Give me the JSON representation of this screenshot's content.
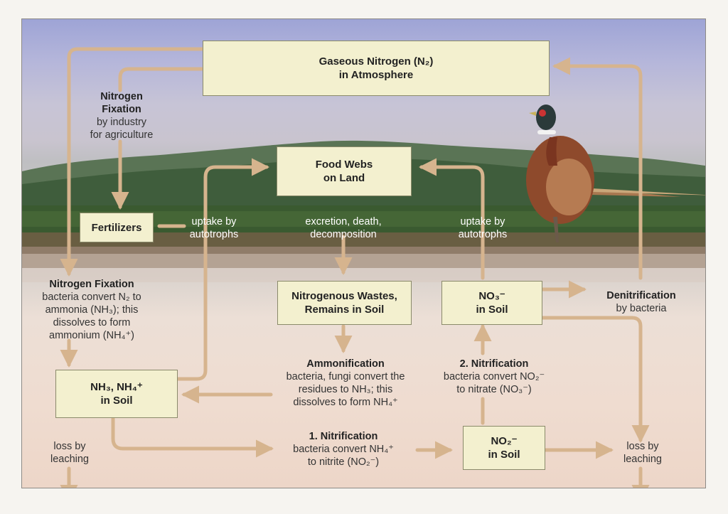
{
  "boxes": {
    "atmosphere": [
      "Gaseous Nitrogen (N₂)",
      "in Atmosphere"
    ],
    "food_webs": [
      "Food Webs",
      "on Land"
    ],
    "fertilizers": [
      "Fertilizers"
    ],
    "wastes": [
      "Nitrogenous Wastes,",
      "Remains in Soil"
    ],
    "no3_soil": [
      "NO₃⁻",
      "in Soil"
    ],
    "nh_soil": [
      "NH₃, NH₄⁺",
      "in Soil"
    ],
    "no2_soil": [
      "NO₂⁻",
      "in Soil"
    ]
  },
  "labels": {
    "fixation_industry": {
      "title": [
        "Nitrogen",
        "Fixation"
      ],
      "lines": [
        "by industry",
        "for agriculture"
      ]
    },
    "uptake_left": {
      "lines": [
        "uptake by",
        "autotrophs"
      ]
    },
    "excretion": {
      "lines": [
        "excretion, death,",
        "decomposition"
      ]
    },
    "uptake_right": {
      "lines": [
        "uptake by",
        "autotrophs"
      ]
    },
    "fixation_bacteria": {
      "title": "Nitrogen Fixation",
      "lines": [
        "bacteria convert N₂ to",
        "ammonia (NH₃); this",
        "dissolves to form",
        "ammonium (NH₄⁺)"
      ]
    },
    "denitrification": {
      "title": "Denitrification",
      "lines": [
        "by bacteria"
      ]
    },
    "ammonification": {
      "title": "Ammonification",
      "lines": [
        "bacteria, fungi convert the",
        "residues to NH₃; this",
        "dissolves to form NH₄⁺"
      ]
    },
    "nitrification2": {
      "title": "2. Nitrification",
      "lines": [
        "bacteria convert NO₂⁻",
        "to nitrate (NO₃⁻)"
      ]
    },
    "nitrification1": {
      "title": "1. Nitrification",
      "lines": [
        "bacteria convert NH₄⁺",
        "to nitrite (NO₂⁻)"
      ]
    },
    "leaching_left": {
      "lines": [
        "loss by",
        "leaching"
      ]
    },
    "leaching_right": {
      "lines": [
        "loss by",
        "leaching"
      ]
    }
  },
  "colors": {
    "arrow": "#d6b48e",
    "box_fill": "#f3f0cf",
    "hills": "#3f5d3c",
    "sky_top": "#9ea4d6"
  }
}
